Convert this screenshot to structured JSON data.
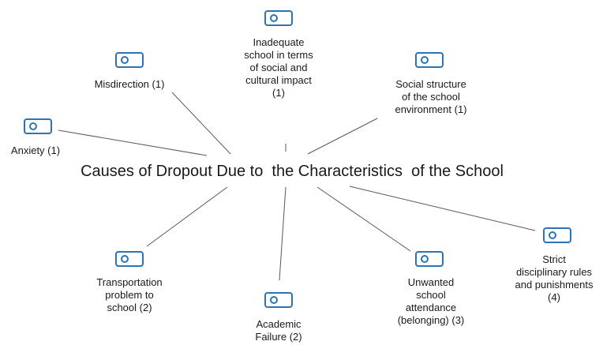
{
  "diagram": {
    "title": "Causes of Dropout Due to  the Characteristics  of the School",
    "icon": "code-node-icon",
    "accent_color": "#2e74b5",
    "line_color": "#5a5a5a",
    "nodes": [
      {
        "id": "inadequate-school",
        "lines": [
          "Inadequate",
          "school in terms",
          "of social and",
          "cultural impact",
          "(1)"
        ]
      },
      {
        "id": "misdirection",
        "lines": [
          "Misdirection (1)"
        ]
      },
      {
        "id": "social-structure",
        "lines": [
          "Social structure",
          "of the school",
          "environment (1)"
        ]
      },
      {
        "id": "anxiety",
        "lines": [
          "Anxiety (1)"
        ]
      },
      {
        "id": "transportation",
        "lines": [
          "Transportation",
          "problem to",
          "school (2)"
        ]
      },
      {
        "id": "academic-failure",
        "lines": [
          "Academic",
          "Failure (2)"
        ]
      },
      {
        "id": "unwanted-attendance",
        "lines": [
          "Unwanted",
          "school",
          "attendance",
          "(belonging) (3)"
        ]
      },
      {
        "id": "strict-rules",
        "lines": [
          "Strict",
          "disciplinary rules",
          "and punishments",
          "(4)"
        ]
      }
    ]
  }
}
